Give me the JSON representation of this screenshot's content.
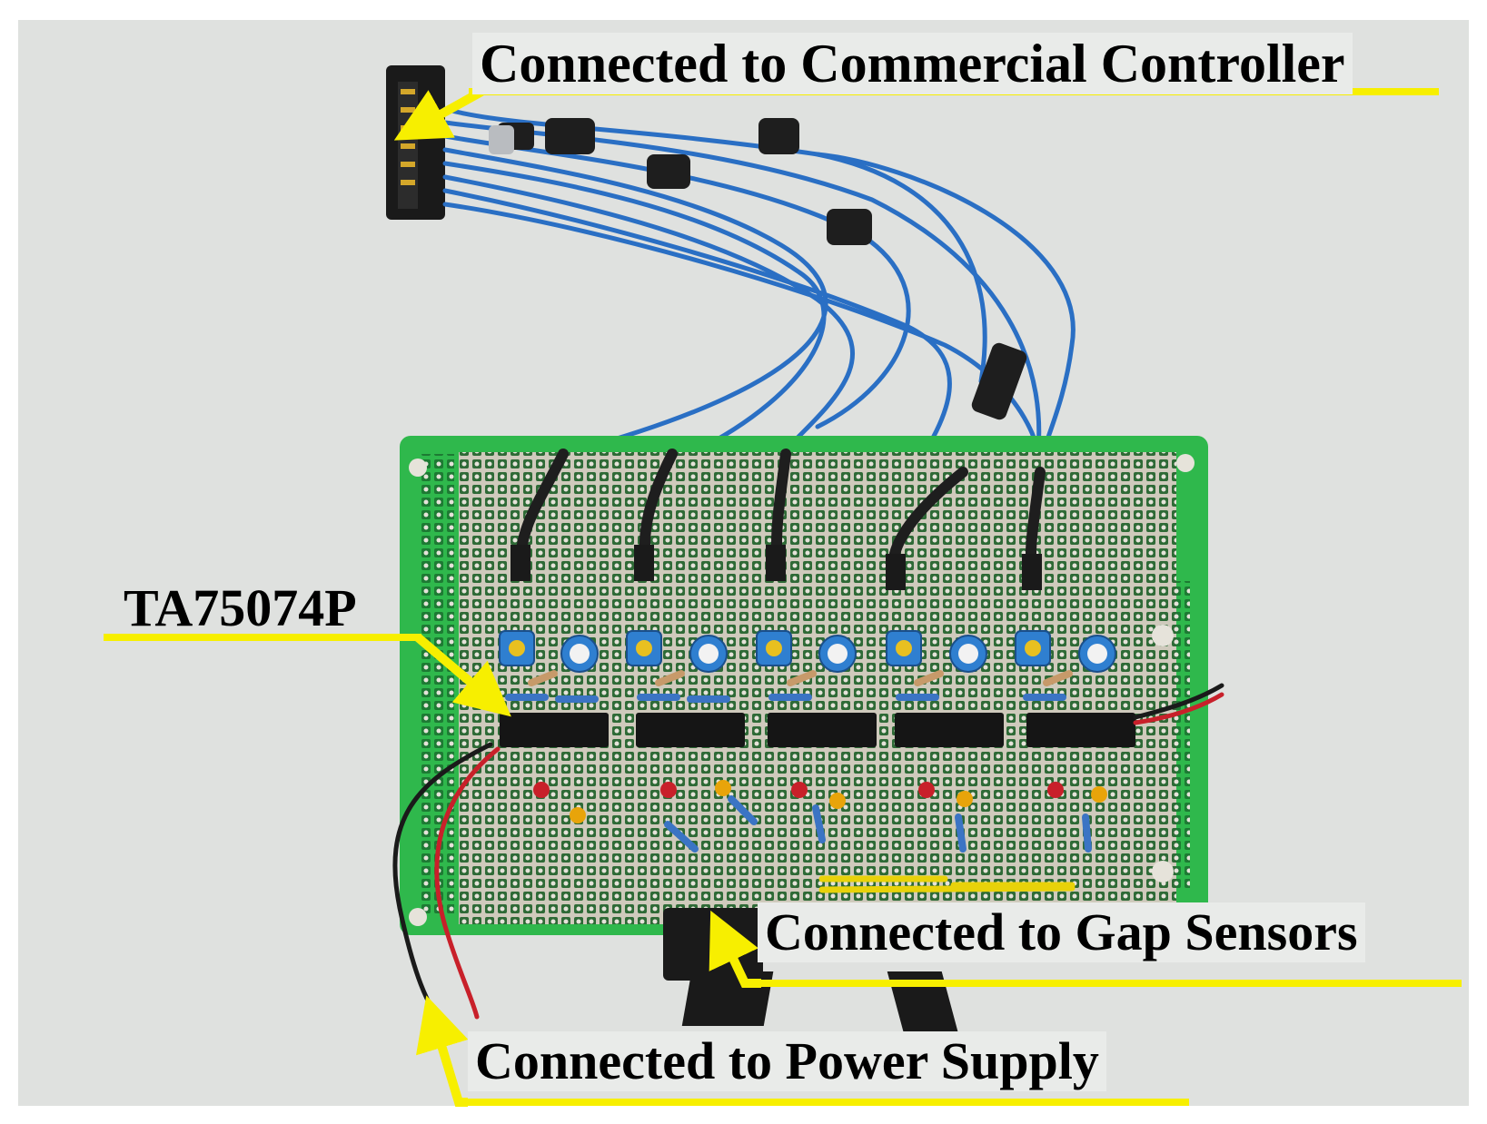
{
  "labels": {
    "controller": "Connected to Commercial Controller",
    "opamp": "TA75074P",
    "sensors": "Connected to Gap Sensors",
    "power": "Connected to Power Supply"
  },
  "colors": {
    "background": "#dfe1df",
    "pcb": "#2fb84c",
    "perfboard": "#cfcabc",
    "wire_blue": "#2a6fc4",
    "callout_underline": "#f7ef00",
    "callout_box": "#e9ebe9"
  }
}
